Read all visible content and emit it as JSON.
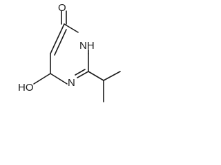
{
  "molecule": {
    "labels": {
      "oxygen_top": "O",
      "nh": "NH",
      "n": "N",
      "ho": "HO"
    }
  },
  "colors": {
    "ink": "#1a1a1a",
    "background": "#ffffff"
  }
}
